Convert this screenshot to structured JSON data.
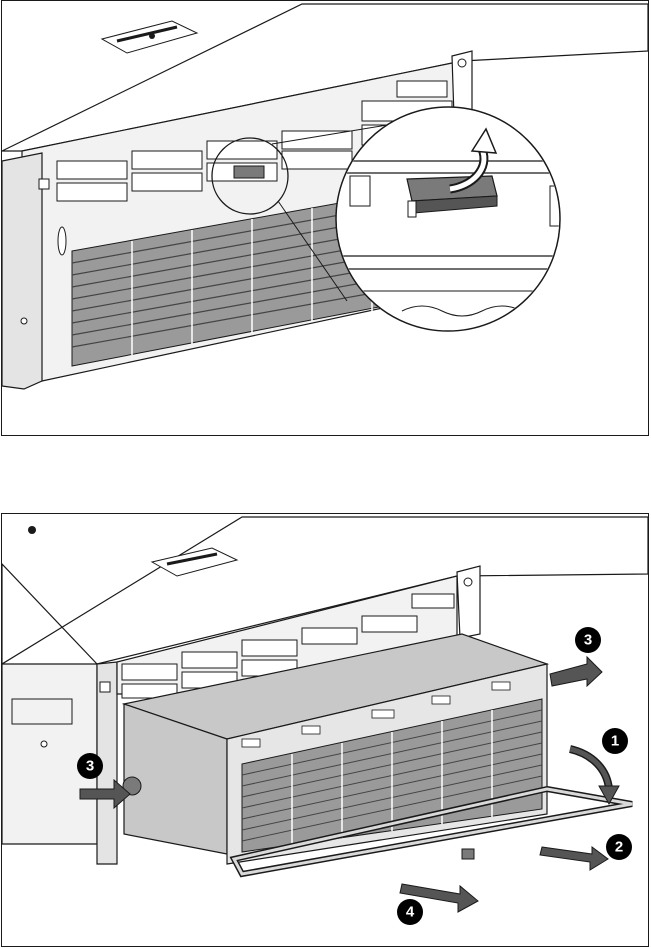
{
  "figure": {
    "top_panel": {
      "step": "release-bezel-latch"
    },
    "bottom_panel": {
      "step": "remove-drive-cage",
      "callouts": [
        {
          "id": "c1",
          "label": "1"
        },
        {
          "id": "c2",
          "label": "2"
        },
        {
          "id": "c3a",
          "label": "3"
        },
        {
          "id": "c3b",
          "label": "3"
        },
        {
          "id": "c4",
          "label": "4"
        }
      ]
    }
  },
  "colors": {
    "line": "#1a1a1a",
    "bezel_gray": "#d9d9d9",
    "cage_gray": "#c8c8c8",
    "latch_gray": "#7a7a7a",
    "arrow_gray": "#555555",
    "callout_bg": "#000000",
    "callout_text": "#ffffff"
  }
}
